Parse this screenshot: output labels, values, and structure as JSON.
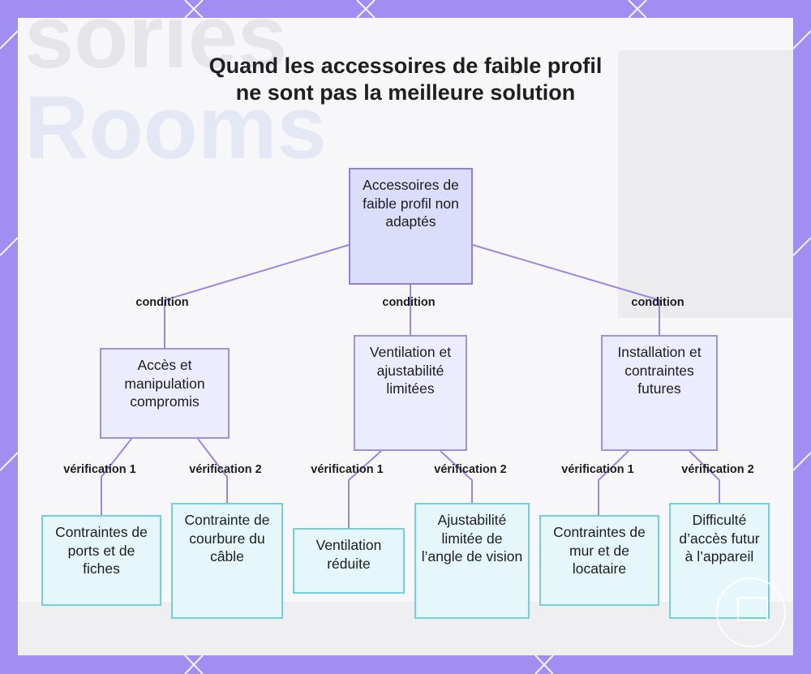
{
  "title": "Quand les accessoires de faible profil ne sont pas la meilleure solution",
  "nodes": {
    "root": "Accessoires de faible profil non adaptés",
    "mid1": "Accès et manipulation compromis",
    "mid2": "Ventilation et ajustabilité limitées",
    "mid3": "Installation et contraintes futures",
    "leaf1": "Contraintes de ports et de fiches",
    "leaf2": "Contrainte de courbure du câble",
    "leaf3": "Ventilation réduite",
    "leaf4": "Ajustabilité limitée de l’angle de vision",
    "leaf5": "Contraintes de mur et de locataire",
    "leaf6": "Difficulté d’accès futur à l’appareil"
  },
  "edge_labels": {
    "condition": "condition",
    "check1": "vérification 1",
    "check2": "vérification 2"
  },
  "colors": {
    "background": "#a08ef2",
    "edge": "#9b87e3",
    "root_fill": "#dcdcfb",
    "mid_fill": "#ececff",
    "leaf_fill": "#e6f7fb",
    "leaf_border": "#6fd0e2"
  },
  "watermark": "monitor-logo-icon"
}
